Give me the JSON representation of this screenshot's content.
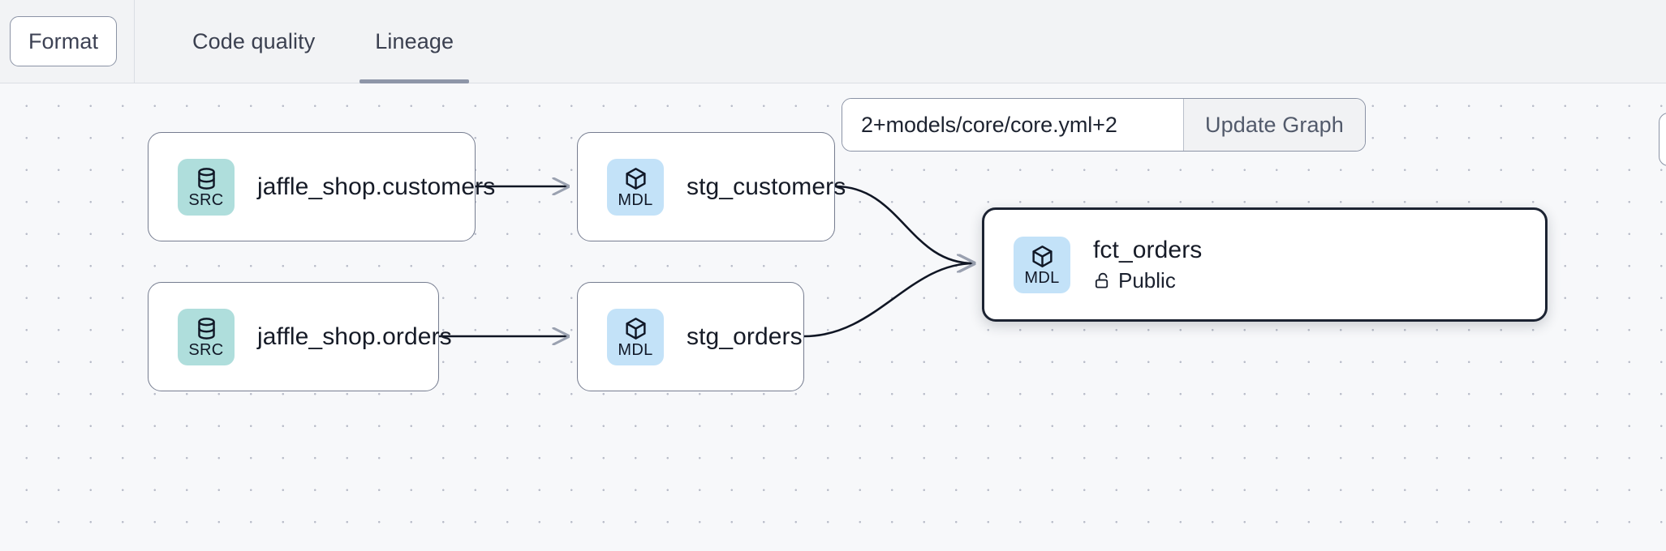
{
  "toolbar": {
    "format_label": "Format",
    "tabs": [
      {
        "label": "Code quality",
        "active": false,
        "name": "tab-code-quality"
      },
      {
        "label": "Lineage",
        "active": true,
        "name": "tab-lineage"
      }
    ]
  },
  "graph_selector": {
    "input_value": "2+models/core/core.yml+2",
    "input_placeholder": "2+models/core/core.yml+2",
    "button_label": "Update Graph"
  },
  "lineage": {
    "nodes": [
      {
        "id": "jaffle_shop_customers",
        "title": "jaffle_shop.customers",
        "badge_label": "SRC",
        "badge_kind": "src",
        "icon": "database-icon",
        "subtitle": null,
        "selected": false
      },
      {
        "id": "stg_customers",
        "title": "stg_customers",
        "badge_label": "MDL",
        "badge_kind": "mdl",
        "icon": "cube-icon",
        "subtitle": null,
        "selected": false
      },
      {
        "id": "jaffle_shop_orders",
        "title": "jaffle_shop.orders",
        "badge_label": "SRC",
        "badge_kind": "src",
        "icon": "database-icon",
        "subtitle": null,
        "selected": false
      },
      {
        "id": "stg_orders",
        "title": "stg_orders",
        "badge_label": "MDL",
        "badge_kind": "mdl",
        "icon": "cube-icon",
        "subtitle": null,
        "selected": false
      },
      {
        "id": "fct_orders",
        "title": "fct_orders",
        "badge_label": "MDL",
        "badge_kind": "mdl",
        "icon": "cube-icon",
        "subtitle": "Public",
        "subtitle_icon": "unlock-icon",
        "selected": true
      }
    ],
    "edges": [
      {
        "from": "jaffle_shop_customers",
        "to": "stg_customers"
      },
      {
        "from": "jaffle_shop_orders",
        "to": "stg_orders"
      },
      {
        "from": "stg_customers",
        "to": "fct_orders"
      },
      {
        "from": "stg_orders",
        "to": "fct_orders"
      }
    ]
  },
  "colors": {
    "src_badge": "#afdedc",
    "mdl_badge": "#c3e2f8",
    "canvas_bg": "#f7f8fa",
    "toolbar_bg": "#f2f3f5",
    "node_border": "#767d90",
    "selected_border": "#1c2332",
    "active_tab_underline": "#8e96a8",
    "edge": "#101624"
  }
}
